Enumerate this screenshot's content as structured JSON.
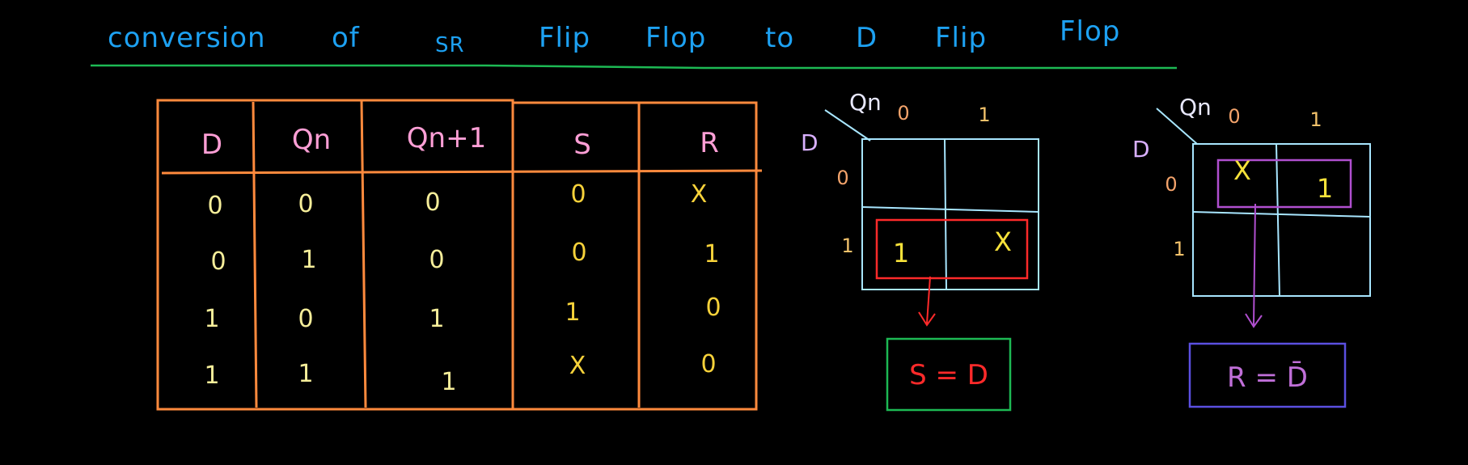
{
  "title": {
    "words": [
      "conversion",
      "of",
      "SR",
      "Flip",
      "Flop",
      "to",
      "D",
      "Flip",
      "Flop"
    ],
    "color": "#1da1f2",
    "underline_color": "#1db954"
  },
  "truth_table": {
    "border_color": "#ff8a3d",
    "headers": [
      "D",
      "Qn",
      "Qn+1",
      "S",
      "R"
    ],
    "rows": [
      [
        "0",
        "0",
        "0",
        "0",
        "X"
      ],
      [
        "0",
        "1",
        "0",
        "0",
        "1"
      ],
      [
        "1",
        "0",
        "1",
        "1",
        "0"
      ],
      [
        "1",
        "1",
        "1",
        "X",
        "0"
      ]
    ]
  },
  "kmap_s": {
    "row_var": "D",
    "col_var": "Qn",
    "col_labels": [
      "0",
      "1"
    ],
    "row_labels": [
      "0",
      "1"
    ],
    "cells": [
      [
        "",
        ""
      ],
      [
        "1",
        "X"
      ]
    ],
    "grid_color": "#a8e6ff",
    "group_color": "#ff2a2a",
    "result": "S = D",
    "result_box_color": "#1db954"
  },
  "kmap_r": {
    "row_var": "D",
    "col_var": "Qn",
    "col_labels": [
      "0",
      "1"
    ],
    "row_labels": [
      "0",
      "1"
    ],
    "cells": [
      [
        "X",
        "1"
      ],
      [
        "",
        ""
      ]
    ],
    "grid_color": "#a8e6ff",
    "group_color": "#b04fcf",
    "result": "R = D̄",
    "result_box_color": "#5b4fe0"
  }
}
